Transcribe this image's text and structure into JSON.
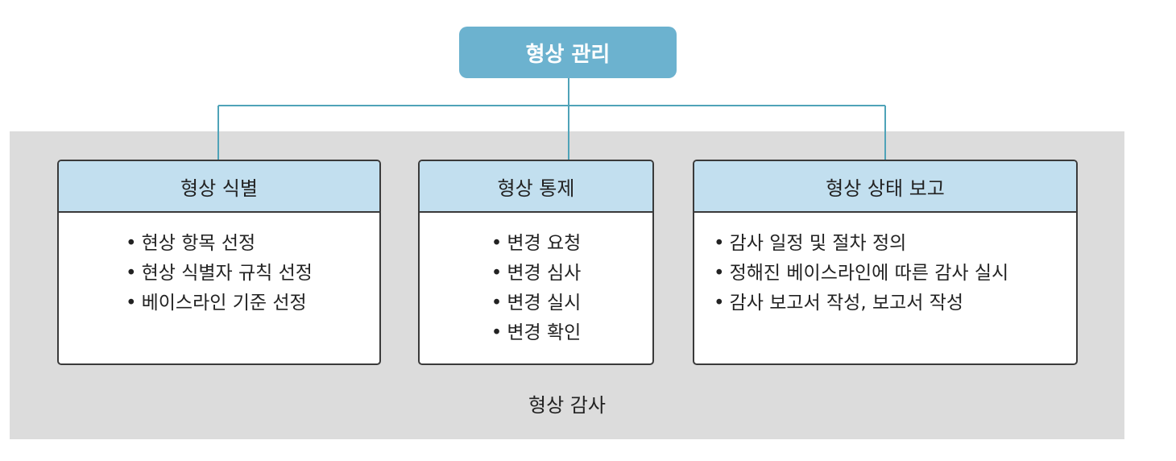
{
  "diagram": {
    "root": {
      "label": "형상 관리"
    },
    "audit": {
      "label": "형상 감사"
    },
    "cards": [
      {
        "title": "형상 식별",
        "items": [
          "현상 항목 선정",
          "현상 식별자 규칙 선정",
          "베이스라인 기준 선정"
        ]
      },
      {
        "title": "형상 통제",
        "items": [
          "변경 요청",
          "변경 심사",
          "변경 실시",
          "변경 확인"
        ]
      },
      {
        "title": "형상 상태 보고",
        "items": [
          "감사 일정 및 절차 정의",
          "정해진 베이스라인에 따른 감사 실시",
          "감사 보고서 작성, 보고서 작성"
        ]
      }
    ],
    "colors": {
      "root_fill": "#6cb2cf",
      "header_fill": "#c2dfef",
      "audit_fill": "#dcdcdc",
      "connector": "#4fa3b8",
      "border": "#3a3a3a"
    }
  }
}
